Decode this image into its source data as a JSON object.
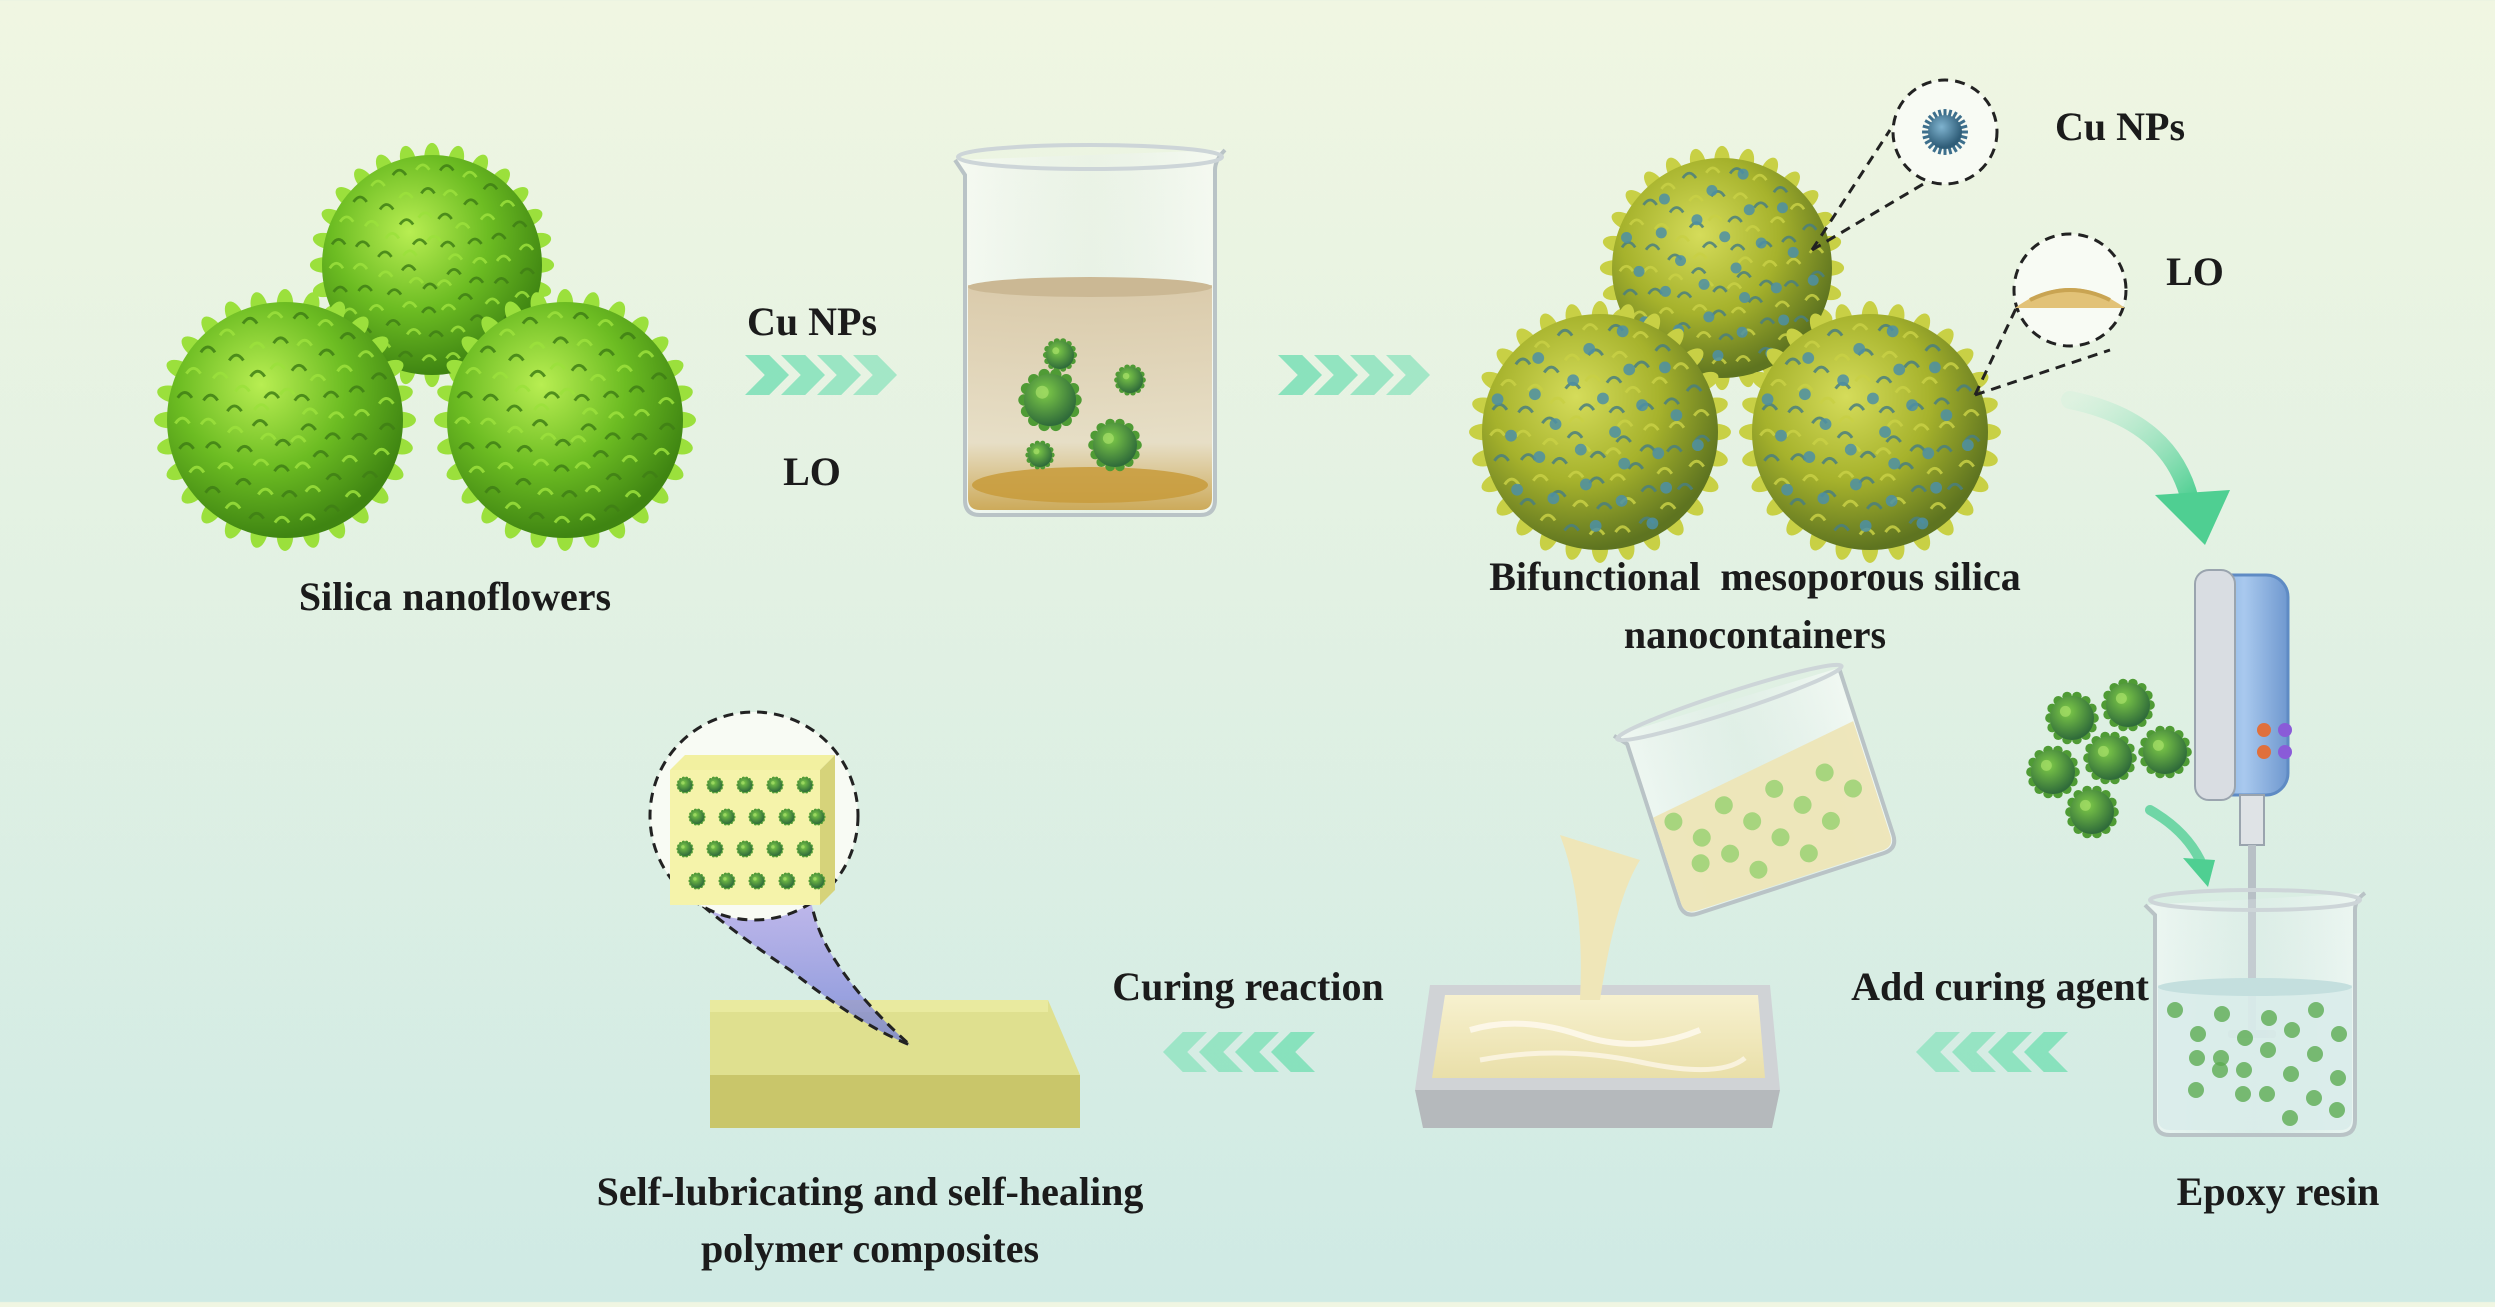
{
  "labels": {
    "silica_nanoflowers": "Silica nanoflowers",
    "reagent_cu": "Cu NPs",
    "reagent_lo": "LO",
    "bifunctional_line1": "Bifunctional  mesoporous silica",
    "bifunctional_line2": "nanocontainers",
    "zoom_cu": "Cu NPs",
    "zoom_lo": "LO",
    "epoxy_resin": "Epoxy resin",
    "add_curing_agent": "Add curing agent",
    "curing_reaction": "Curing reaction",
    "product_line1": "Self-lubricating and self-healing",
    "product_line2": "polymer composites"
  },
  "colors": {
    "flower_green": "#5fae1e",
    "flower_light": "#9bd83a",
    "loaded_yellow": "#b8c23a",
    "cu_blue": "#3f7e9c",
    "arrow_green": "#7fdcb4",
    "resin_cream": "#f2ecc4",
    "composite_yellow": "#e4e48e",
    "mixer_blue": "#8fb8e8"
  }
}
